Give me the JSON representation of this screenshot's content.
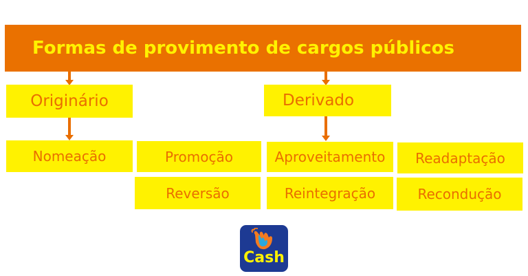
{
  "header": {
    "title": "Formas de provimento de cargos públicos"
  },
  "level1": {
    "originario": "Originário",
    "derivado": "Derivado"
  },
  "level2": {
    "nomeacao": "Nomeação",
    "promocao": "Promoção",
    "reversao": "Reversão",
    "aproveitamento": "Aproveitamento",
    "reintegracao": "Reintegração",
    "readaptacao": "Readaptação",
    "reconducao": "Recondução"
  },
  "logo": {
    "text": "Cash",
    "icon": "waving-hand-icon"
  },
  "colors": {
    "header_bg": "#ea7100",
    "header_text": "#fff200",
    "box_bg": "#fff200",
    "box_text": "#e96e00",
    "arrow": "#e96e00",
    "logo_bg": "#1d3a93"
  }
}
